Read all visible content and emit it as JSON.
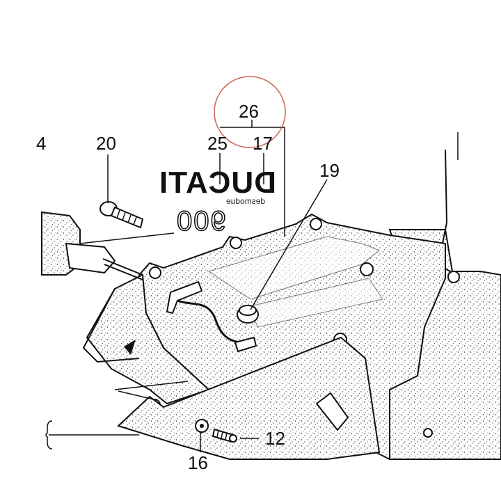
{
  "diagram": {
    "callouts": {
      "c26": "26",
      "c20": "20",
      "c25": "25",
      "c17": "17",
      "c19": "19",
      "c12": "12",
      "c16": "16",
      "c14": "4"
    },
    "logo": {
      "brand": "DUCATI",
      "sub": "desmodue",
      "model": "900"
    },
    "highlight_color": "#c0392b"
  }
}
